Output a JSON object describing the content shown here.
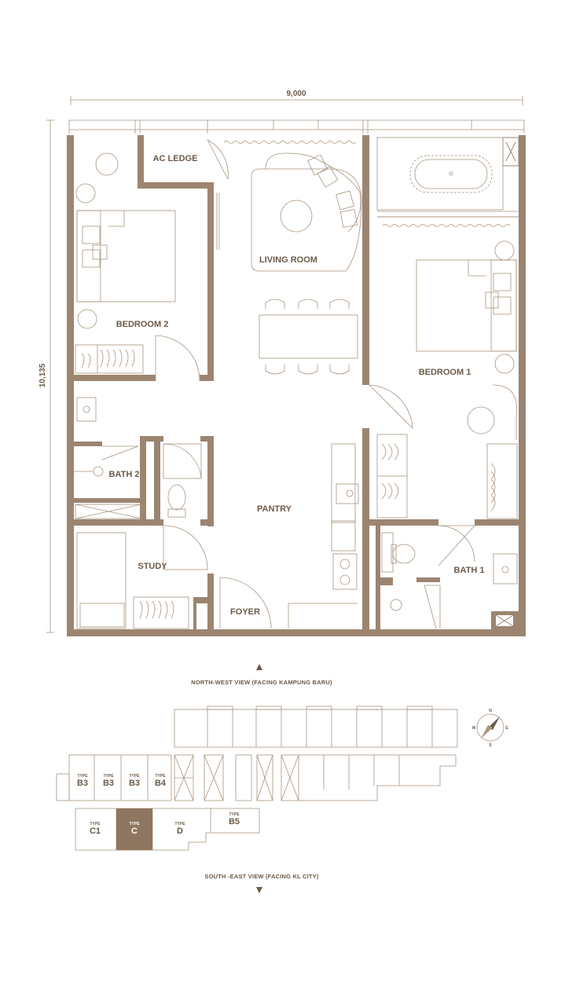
{
  "dimensions": {
    "width": "9,000",
    "height": "10,135"
  },
  "rooms": {
    "ac_ledge": "AC LEDGE",
    "living_room": "LIVING ROOM",
    "bedroom_2": "BEDROOM 2",
    "bedroom_1": "BEDROOM 1",
    "bath_2": "BATH 2",
    "pantry": "PANTRY",
    "study": "STUDY",
    "foyer": "FOYER",
    "bath_1": "BATH 1"
  },
  "views": {
    "north_west": "NORTH-WEST VIEW (FACING KAMPUNG BARU)",
    "south_east": "SOUTH -EAST VIEW (FACING KL CITY)"
  },
  "key_plan": {
    "type_word": "TYPE",
    "units_top": [
      "B3",
      "B3",
      "B3",
      "B4"
    ],
    "units_bottom": [
      "C1",
      "C",
      "D",
      "B5"
    ],
    "highlighted": "C"
  },
  "compass": {
    "n": "N",
    "s": "S",
    "e": "E",
    "w": "W"
  },
  "colors": {
    "wall": "#9c8570",
    "line": "#a8937e",
    "text": "#6b5a49",
    "highlight": "#8f7660"
  }
}
